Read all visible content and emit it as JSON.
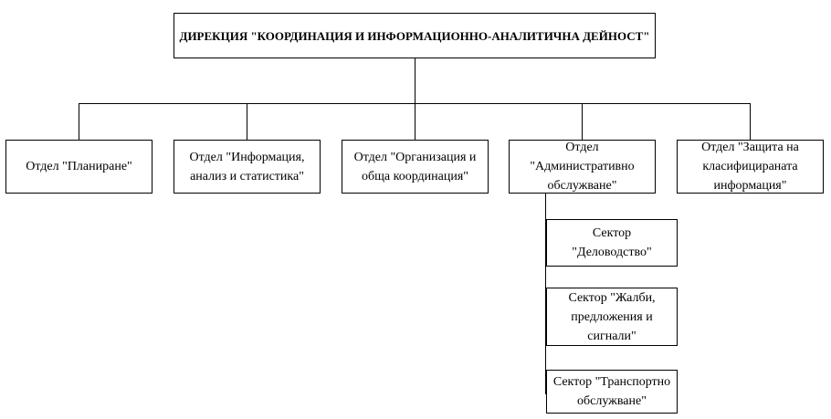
{
  "org_chart": {
    "root": {
      "label": "ДИРЕКЦИЯ \"КООРДИНАЦИЯ И ИНФОРМАЦИОННО-АНАЛИТИЧНА ДЕЙНОСТ\""
    },
    "departments": [
      {
        "label": "Отдел \"Планиране\""
      },
      {
        "label": "Отдел \"Информация,\nанализ и статистика\""
      },
      {
        "label": "Отдел \"Организация и\nобща координация\""
      },
      {
        "label": "Отдел\n\"Административно\nобслужване\""
      },
      {
        "label": "Отдел \"Защита на\nкласифицираната\nинформация\""
      }
    ],
    "sectors": [
      {
        "label": "Сектор\n\"Деловодство\""
      },
      {
        "label": "Сектор \"Жалби,\nпредложения и\nсигнали\""
      },
      {
        "label": "Сектор \"Транспортно\nобслужване\""
      }
    ]
  }
}
